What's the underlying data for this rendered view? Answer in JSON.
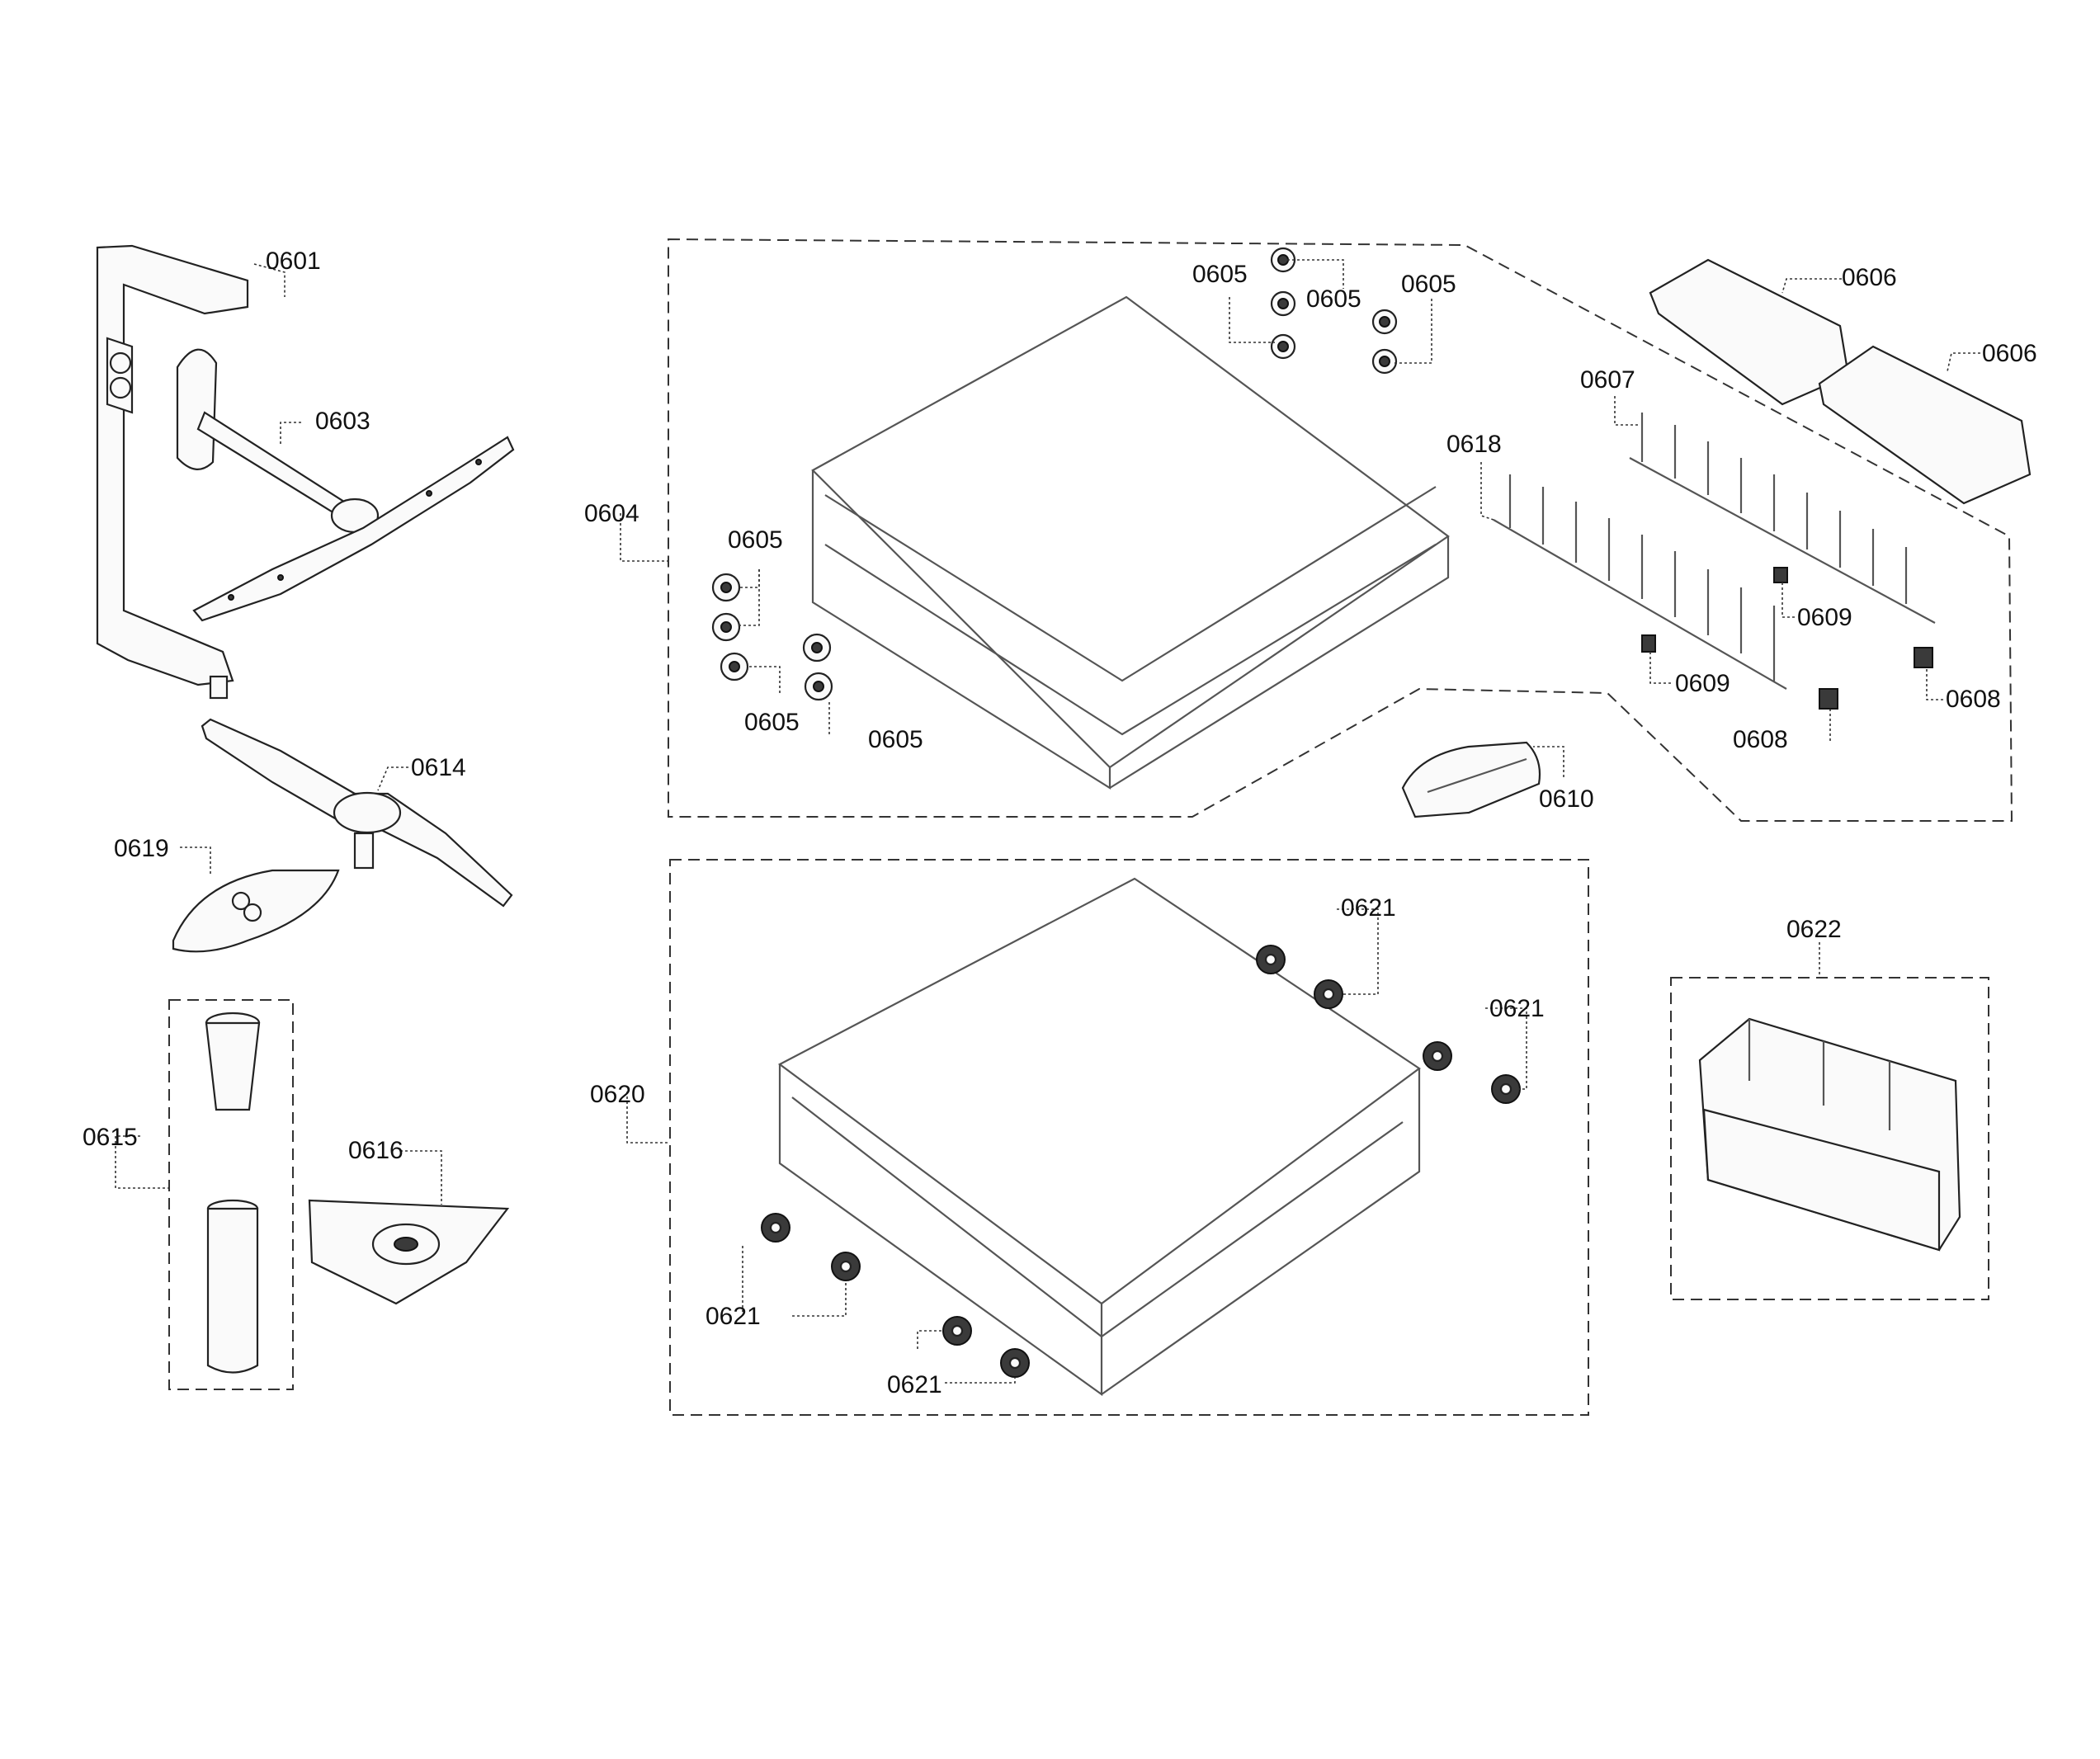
{
  "labels": {
    "p0601": "0601",
    "p0603": "0603",
    "p0604": "0604",
    "p0605": "0605",
    "p0606": "0606",
    "p0607": "0607",
    "p0608": "0608",
    "p0609": "0609",
    "p0610": "0610",
    "p0614": "0614",
    "p0615": "0615",
    "p0616": "0616",
    "p0618": "0618",
    "p0619": "0619",
    "p0620": "0620",
    "p0621": "0621",
    "p0622": "0622"
  }
}
